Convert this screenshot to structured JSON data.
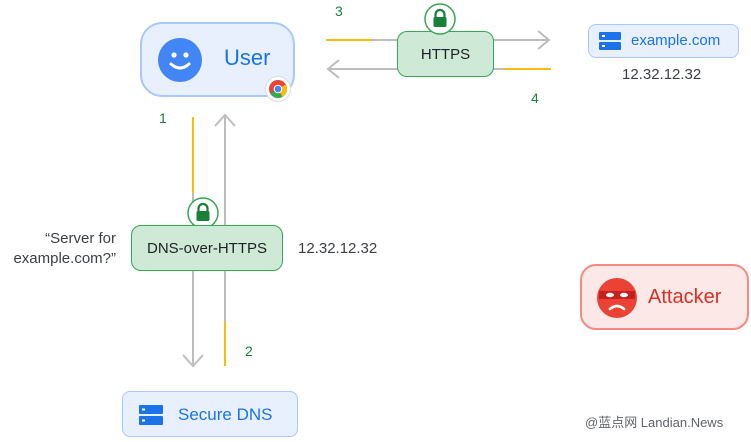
{
  "nodes": {
    "user": {
      "label": "User"
    },
    "site": {
      "label": "example.com",
      "ip": "12.32.12.32"
    },
    "https": {
      "label": "HTTPS"
    },
    "doh": {
      "label": "DNS-over-HTTPS",
      "ip": "12.32.12.32"
    },
    "dns": {
      "label": "Secure DNS"
    },
    "attacker": {
      "label": "Attacker"
    }
  },
  "query": {
    "line1": "“Server for",
    "line2": "example.com?”"
  },
  "steps": {
    "s1": "1",
    "s2": "2",
    "s3": "3",
    "s4": "4"
  },
  "watermark": "@蓝点网 Landian.News",
  "icons": {
    "user": "smiley-face-icon",
    "browser": "chrome-icon",
    "server": "server-icon",
    "lock": "lock-icon",
    "attacker": "masked-face-icon"
  },
  "colors": {
    "blue": "#1a73e8",
    "green": "#34a853",
    "red": "#d93025",
    "yellow": "#fbbc04",
    "arrow_gray": "#bdbdbd"
  }
}
